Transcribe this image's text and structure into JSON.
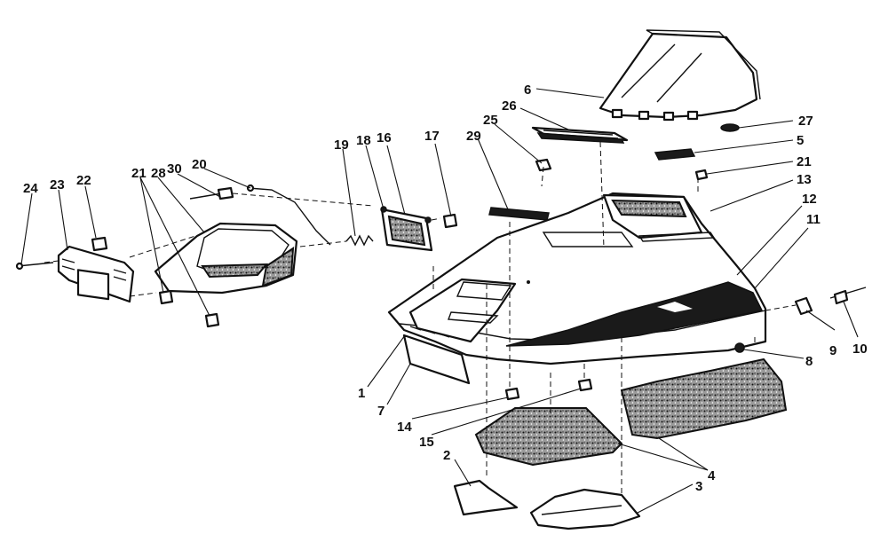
{
  "callouts": [
    {
      "id": "c1",
      "text": "1"
    },
    {
      "id": "c2",
      "text": "2"
    },
    {
      "id": "c3",
      "text": "3"
    },
    {
      "id": "c4",
      "text": "4"
    },
    {
      "id": "c5",
      "text": "5"
    },
    {
      "id": "c6",
      "text": "6"
    },
    {
      "id": "c7",
      "text": "7"
    },
    {
      "id": "c8",
      "text": "8"
    },
    {
      "id": "c9",
      "text": "9"
    },
    {
      "id": "c10",
      "text": "10"
    },
    {
      "id": "c11",
      "text": "11"
    },
    {
      "id": "c12",
      "text": "12"
    },
    {
      "id": "c13",
      "text": "13"
    },
    {
      "id": "c14",
      "text": "14"
    },
    {
      "id": "c15",
      "text": "15"
    },
    {
      "id": "c16",
      "text": "16"
    },
    {
      "id": "c17",
      "text": "17"
    },
    {
      "id": "c18",
      "text": "18"
    },
    {
      "id": "c19",
      "text": "19"
    },
    {
      "id": "c20",
      "text": "20"
    },
    {
      "id": "c21a",
      "text": "21"
    },
    {
      "id": "c21b",
      "text": "21"
    },
    {
      "id": "c22",
      "text": "22"
    },
    {
      "id": "c23",
      "text": "23"
    },
    {
      "id": "c24",
      "text": "24"
    },
    {
      "id": "c25",
      "text": "25"
    },
    {
      "id": "c26",
      "text": "26"
    },
    {
      "id": "c27",
      "text": "27"
    },
    {
      "id": "c28",
      "text": "28"
    },
    {
      "id": "c29",
      "text": "29"
    },
    {
      "id": "c30",
      "text": "30"
    }
  ]
}
